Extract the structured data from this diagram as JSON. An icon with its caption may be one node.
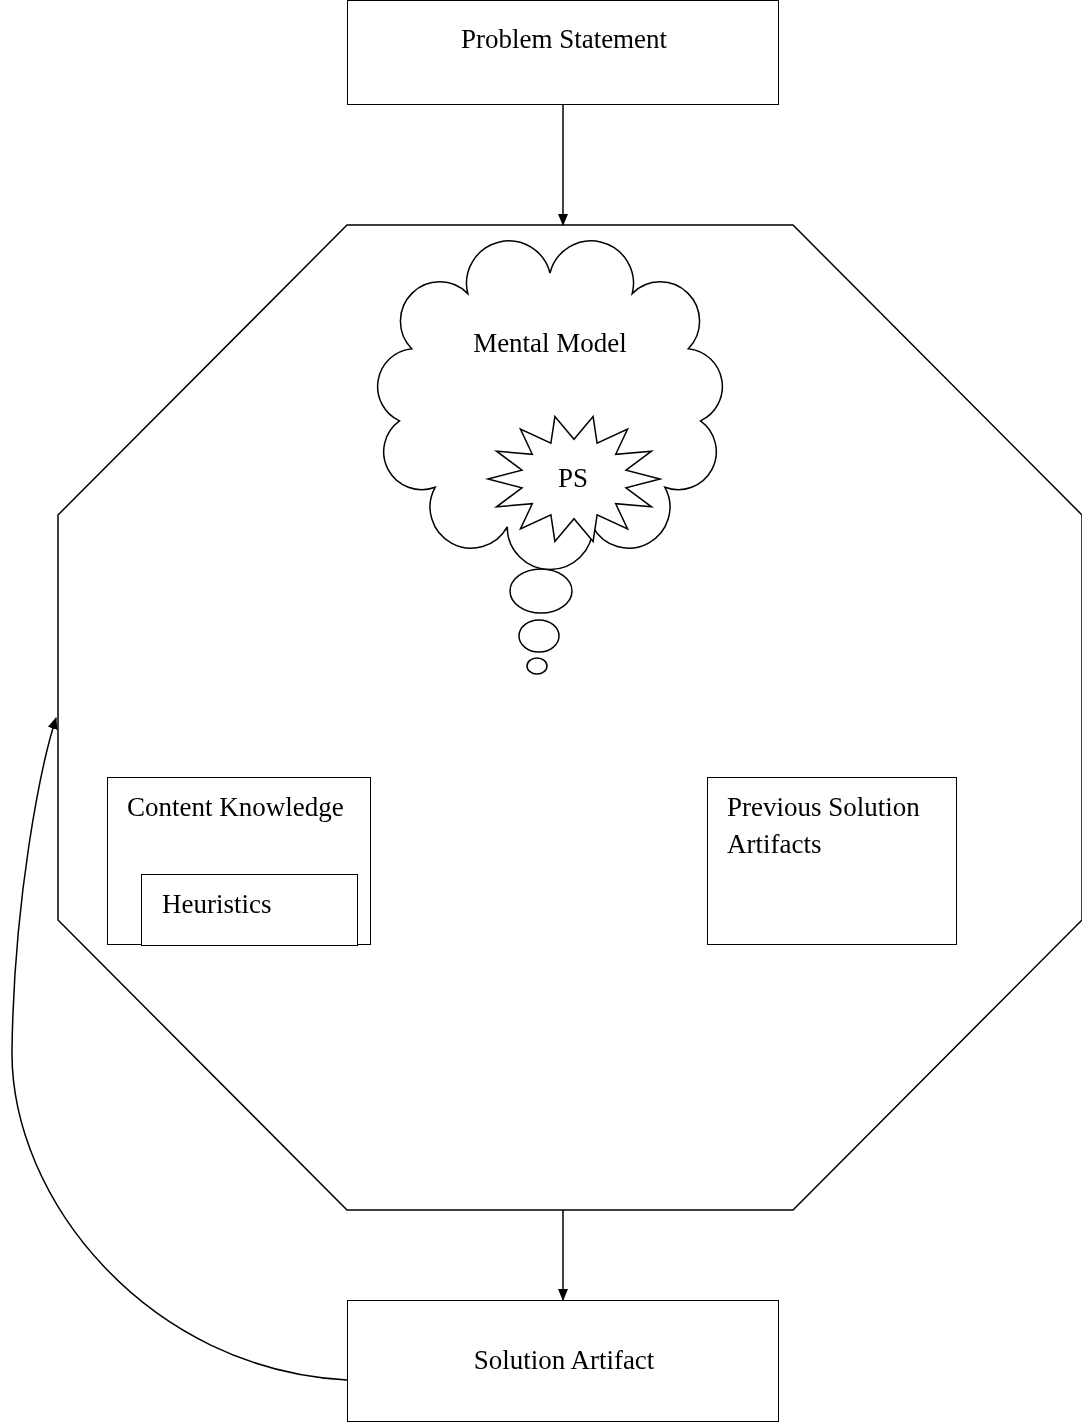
{
  "diagram": {
    "nodes": [
      {
        "text": [
          "Problem Statement"
        ]
      },
      {
        "text": [],
        "shape": "octagon"
      },
      {
        "text": [
          "Mental Model"
        ],
        "in": 1
      },
      {
        "text": [
          "PS"
        ],
        "in": 2
      },
      {
        "text": [
          "Content Knowledge"
        ],
        "in": 1
      },
      {
        "text": [
          "Heuristics"
        ],
        "in": 4
      },
      {
        "text": [
          "Previous Solution Artifacts"
        ],
        "in": 1
      },
      {
        "text": [
          "Solution Artifact"
        ]
      }
    ],
    "edges": [
      {
        "from": 0,
        "to": 1,
        "arrow": "to"
      },
      {
        "from": 1,
        "to": 7,
        "arrow": "to"
      },
      {
        "from": 7,
        "to": 1,
        "arrow": "to"
      }
    ]
  }
}
